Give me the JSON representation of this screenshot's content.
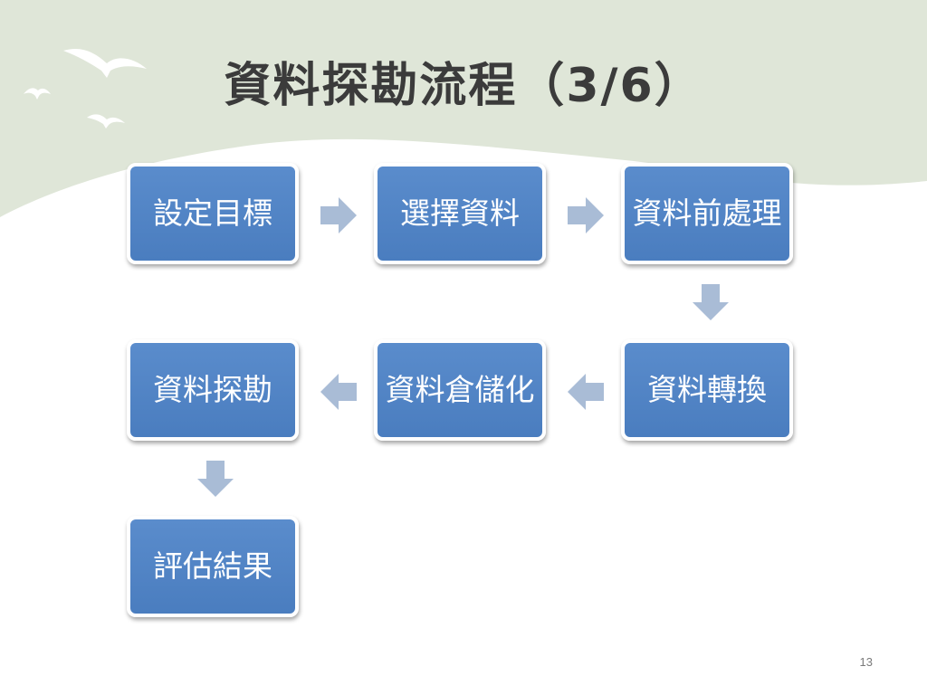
{
  "slide": {
    "title": "資料探勘流程（3/6）",
    "page_number": "13"
  },
  "flow": {
    "steps": [
      "設定目標",
      "選擇資料",
      "資料前處理",
      "資料轉換",
      "資料倉儲化",
      "資料探勘",
      "評估結果"
    ],
    "connections": [
      {
        "from": "設定目標",
        "to": "選擇資料",
        "direction": "right"
      },
      {
        "from": "選擇資料",
        "to": "資料前處理",
        "direction": "right"
      },
      {
        "from": "資料前處理",
        "to": "資料轉換",
        "direction": "down"
      },
      {
        "from": "資料轉換",
        "to": "資料倉儲化",
        "direction": "left"
      },
      {
        "from": "資料倉儲化",
        "to": "資料探勘",
        "direction": "left"
      },
      {
        "from": "資料探勘",
        "to": "評估結果",
        "direction": "down"
      }
    ]
  },
  "colors": {
    "box_fill": "#4f81bd",
    "arrow_fill": "#a9bcd6",
    "header_band": "#dfe6d8",
    "bird": "#ffffff"
  },
  "icons": [
    "bird-icon"
  ]
}
